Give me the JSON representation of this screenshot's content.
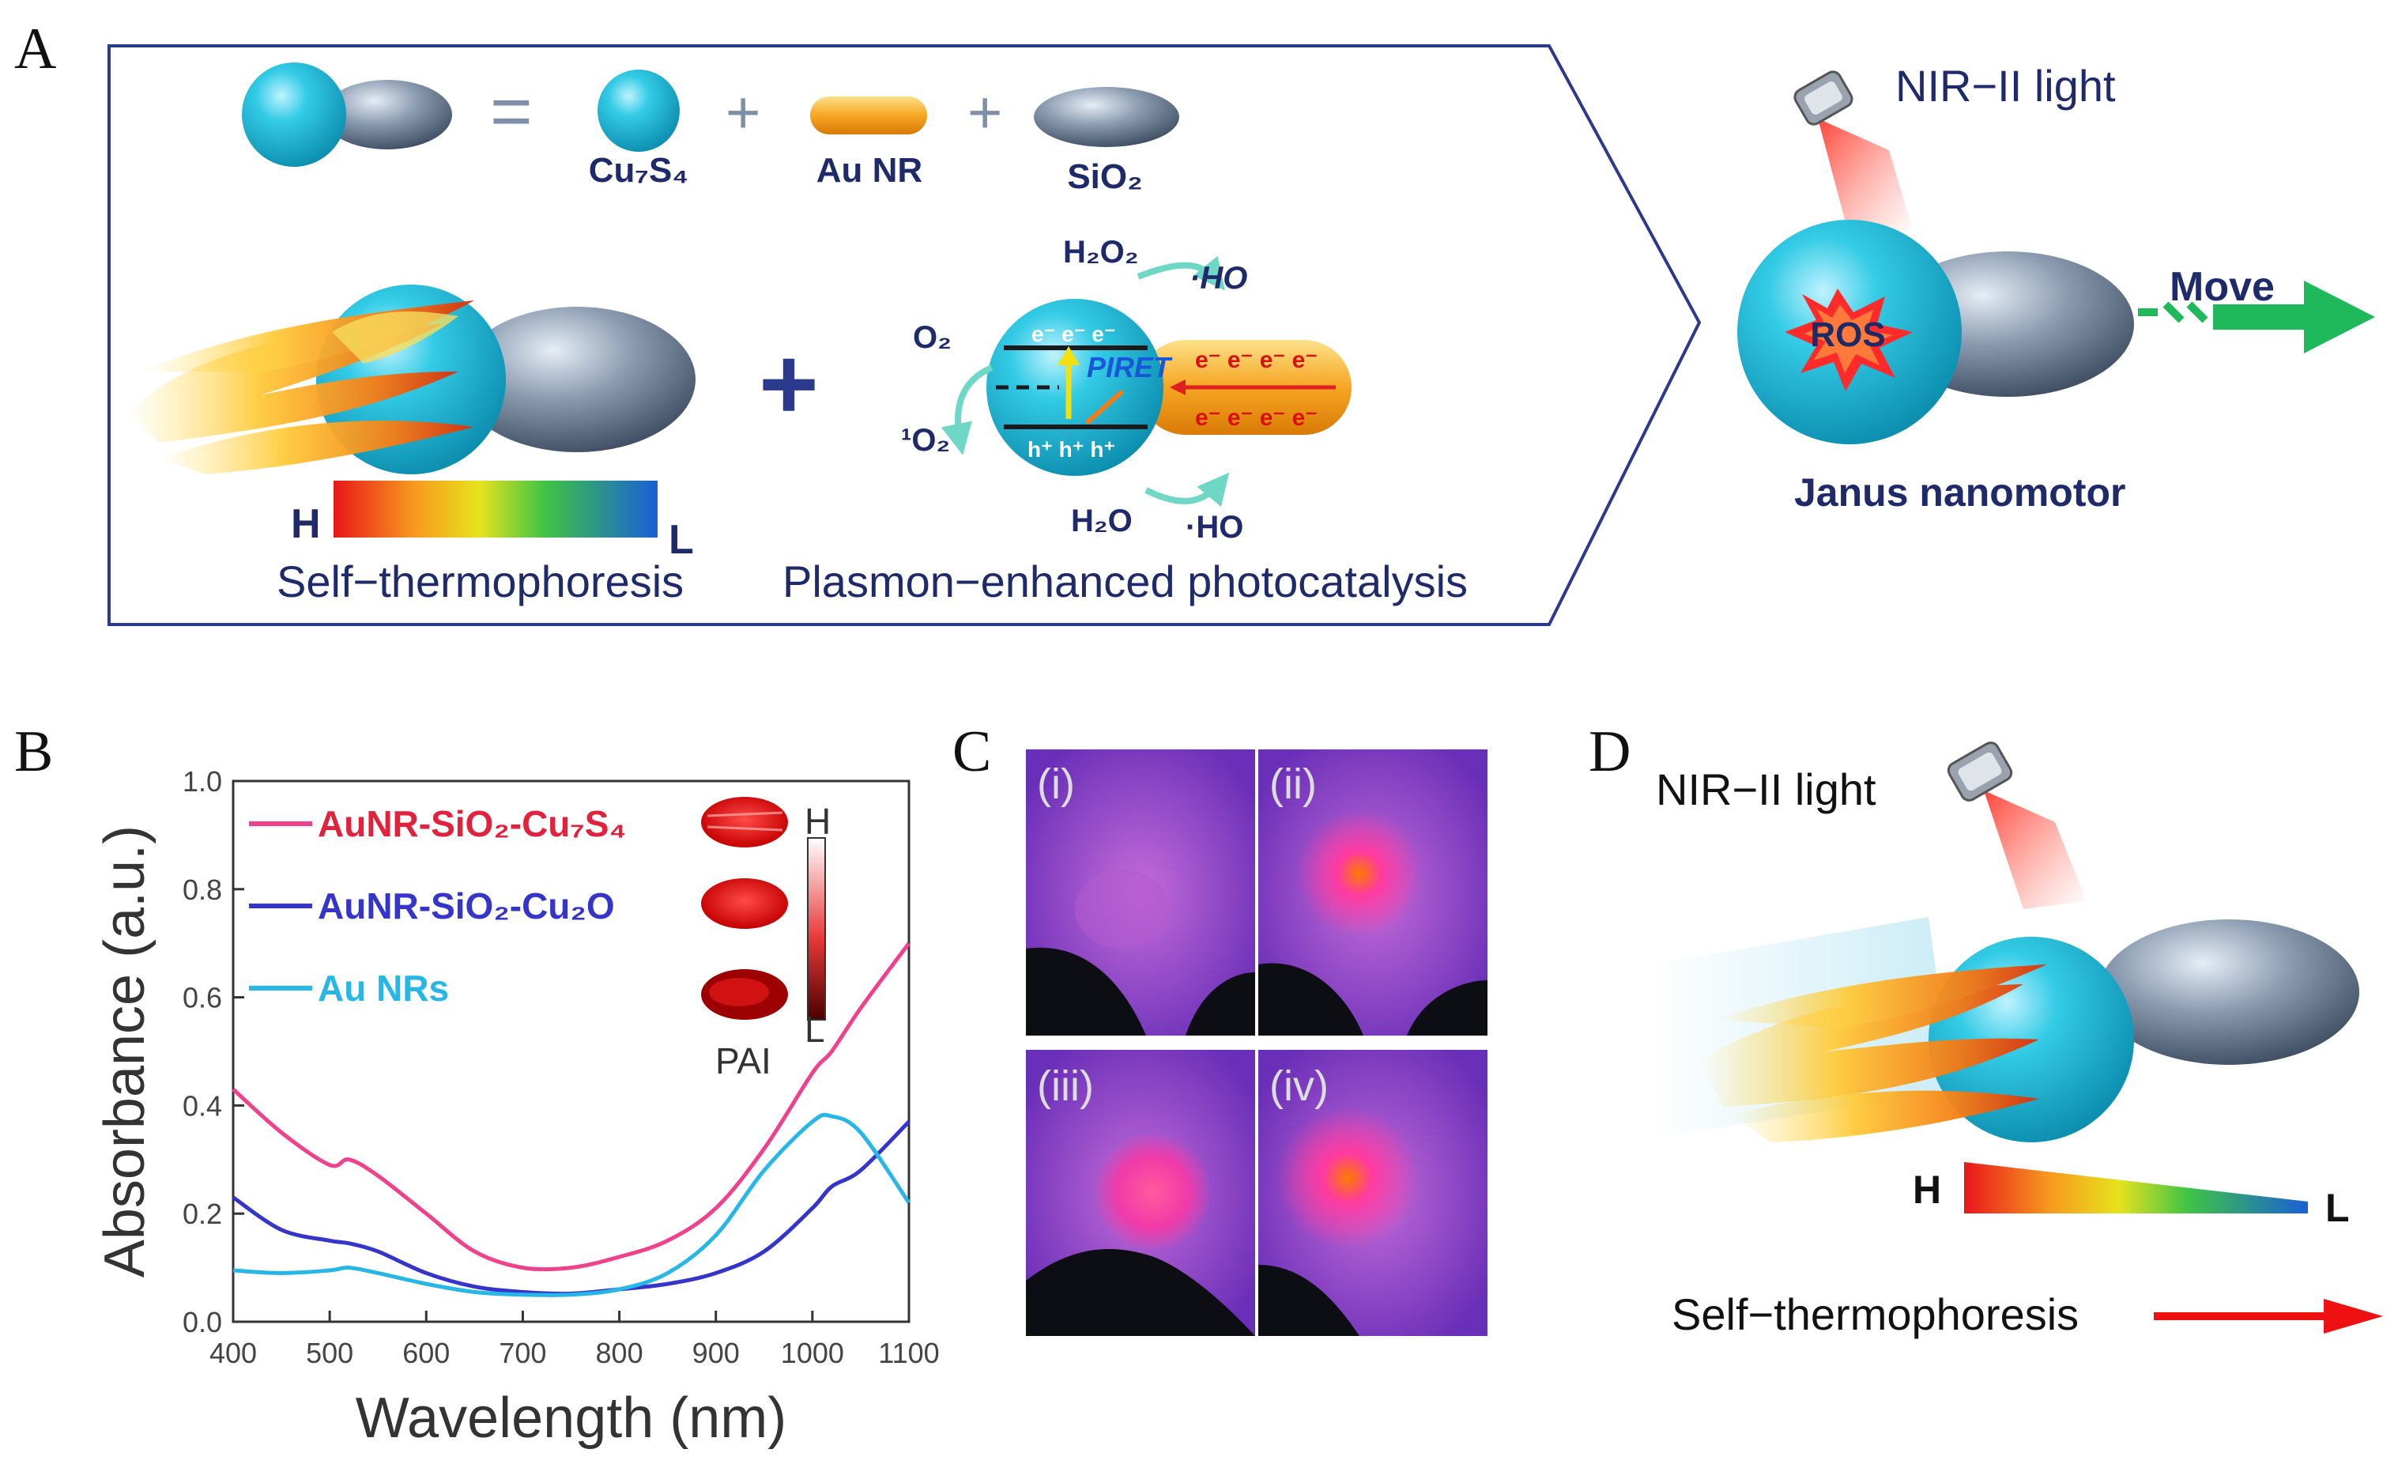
{
  "panel_letters": {
    "a": "A",
    "b": "B",
    "c": "C",
    "d": "D"
  },
  "panel_a": {
    "equals": "=",
    "plus": "+",
    "legend": {
      "cu7s4": "Cu₇S₄",
      "au_nr": "Au NR",
      "sio2": "SiO₂"
    },
    "gradient": {
      "high": "H",
      "low": "L"
    },
    "mechanism": {
      "h2o2": "H₂O₂",
      "ho_top": "·HO",
      "o2": "O₂",
      "singlet_o2": "¹O₂",
      "h2o": "H₂O",
      "ho_bottom": "·HO",
      "piret": "PIRET",
      "electrons": "e⁻ e⁻ e⁻",
      "holes": "h⁺ h⁺ h⁺",
      "rod_electrons_top": "e⁻ e⁻ e⁻ e⁻",
      "rod_electrons_bottom": "e⁻ e⁻ e⁻ e⁻"
    },
    "captions": {
      "left": "Self−thermophoresis",
      "right": "Plasmon−enhanced photocatalysis"
    },
    "light": "NIR−II light",
    "ros": "ROS",
    "move": "Move",
    "motor_name": "Janus nanomotor"
  },
  "panel_b": {
    "legend_labels": [
      "AuNR-SiO₂-Cu₇S₄",
      "AuNR-SiO₂-Cu₂O",
      "Au NRs"
    ],
    "pai_label": "PAI",
    "pai_high": "H",
    "pai_low": "L"
  },
  "panel_c": {
    "subpanels": [
      "(i)",
      "(ii)",
      "(iii)",
      "(iv)"
    ]
  },
  "panel_d": {
    "light": "NIR−II light",
    "gradient_high": "H",
    "gradient_low": "L",
    "caption": "Self−thermophoresis"
  },
  "chart_data": {
    "type": "line",
    "title": "",
    "xlabel": "Wavelength (nm)",
    "ylabel": "Absorbance (a.u.)",
    "xlim": [
      400,
      1100
    ],
    "ylim": [
      0.0,
      1.0
    ],
    "xticks": [
      400,
      500,
      600,
      700,
      800,
      900,
      1000,
      1100
    ],
    "yticks": [
      0.0,
      0.2,
      0.4,
      0.6,
      0.8,
      1.0
    ],
    "xtick_labels": [
      "400",
      "500",
      "600",
      "700",
      "800",
      "900",
      "1000",
      "1100"
    ],
    "ytick_labels": [
      "0.0",
      "0.2",
      "0.4",
      "0.6",
      "0.8",
      "1.0"
    ],
    "grid": false,
    "legend": "top-left",
    "x": [
      400,
      450,
      500,
      520,
      550,
      600,
      650,
      700,
      750,
      800,
      850,
      900,
      950,
      1000,
      1020,
      1050,
      1100
    ],
    "series": [
      {
        "name": "AuNR-SiO₂-Cu₇S₄",
        "color": "#f0428c",
        "values": [
          0.43,
          0.35,
          0.29,
          0.3,
          0.27,
          0.2,
          0.13,
          0.1,
          0.1,
          0.12,
          0.15,
          0.21,
          0.32,
          0.46,
          0.5,
          0.58,
          0.7
        ]
      },
      {
        "name": "AuNR-SiO₂-Cu₂O",
        "color": "#3535cc",
        "values": [
          0.23,
          0.17,
          0.15,
          0.145,
          0.13,
          0.09,
          0.065,
          0.055,
          0.052,
          0.06,
          0.07,
          0.09,
          0.13,
          0.21,
          0.25,
          0.28,
          0.37
        ]
      },
      {
        "name": "Au NRs",
        "color": "#27b7e6",
        "values": [
          0.095,
          0.09,
          0.095,
          0.1,
          0.09,
          0.07,
          0.055,
          0.05,
          0.05,
          0.06,
          0.09,
          0.16,
          0.28,
          0.37,
          0.38,
          0.35,
          0.22
        ]
      }
    ]
  },
  "colors": {
    "sphere": "#2ec3e0",
    "ellipsoid": "#8898ad",
    "rod": "#f5a623",
    "frame": "#2b3a8c",
    "move_arrow": "#1fb85a",
    "thermo_arrow": "#ee1111",
    "text_dark": "#1f2a6b"
  }
}
